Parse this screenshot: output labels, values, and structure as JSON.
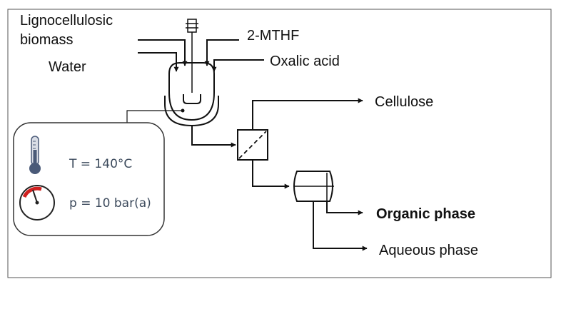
{
  "diagram": {
    "inputs": {
      "biomass_line1": "Lignocellulosic",
      "biomass_line2": "biomass",
      "water": "Water",
      "solvent": "2-MTHF",
      "acid": "Oxalic acid"
    },
    "outputs": {
      "cellulose": "Cellulose",
      "organic": "Organic phase",
      "aqueous": "Aqueous phase"
    },
    "conditions": {
      "temperature": "T = 140°C",
      "pressure": "p = 10 bar(a)"
    },
    "colors": {
      "line": "#111111",
      "condition_text": "#3c4a5c",
      "gauge_red": "#d0201f",
      "thermometer": "#4a5a78"
    }
  }
}
